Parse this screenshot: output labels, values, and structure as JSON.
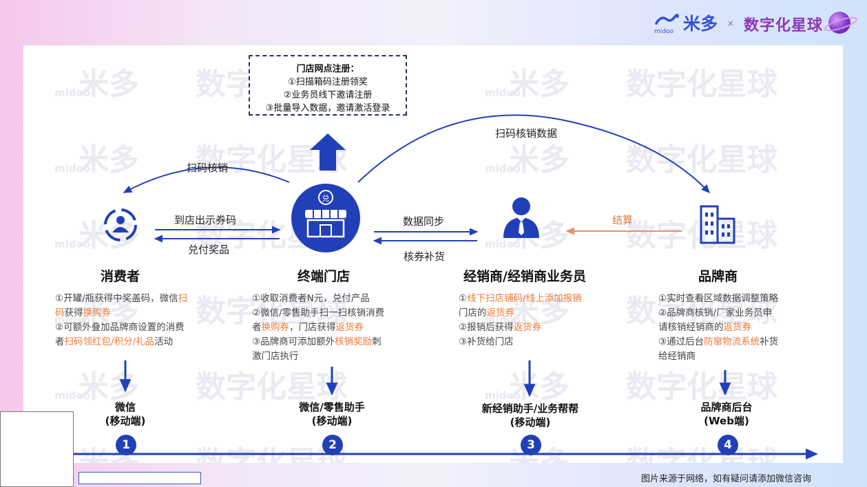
{
  "header": {
    "midoo_word": "米多",
    "midoo_small": "midoo",
    "separator": "×",
    "planet_brand": "数字化星球"
  },
  "registration_box": {
    "title": "门店网点注册：",
    "lines": [
      "①扫描箱码注册领奖",
      "②业务员线下邀请注册",
      "③批量导入数据，邀请激活登录"
    ]
  },
  "flow_labels": {
    "scan_verify": "扫码核销",
    "scan_verify_data": "扫码核销数据",
    "show_coupon_code": "到店出示券码",
    "redeem_prize": "兑付奖品",
    "data_sync": "数据同步",
    "coupon_restock": "核券补货",
    "settlement": "结算"
  },
  "nodes": [
    {
      "title": "消费者",
      "icon": "consumer-icon",
      "desc": [
        [
          {
            "t": "①开罐/瓶获得中奖盖码，微信"
          },
          {
            "t": "扫",
            "h": true
          }
        ],
        [
          {
            "t": "码",
            "h": true
          },
          {
            "t": "获得"
          },
          {
            "t": "换购券",
            "h": true
          }
        ],
        [
          {
            "t": "②可额外叠加品牌商设置的消费"
          }
        ],
        [
          {
            "t": "者"
          },
          {
            "t": "扫码领红包/积分/礼品",
            "h": true
          },
          {
            "t": "活动"
          }
        ]
      ],
      "platform": [
        "微信",
        "(移动端)"
      ],
      "step": "1"
    },
    {
      "title": "终端门店",
      "icon": "store-icon",
      "desc": [
        [
          {
            "t": "①收取消费者N元，兑付产品"
          }
        ],
        [
          {
            "t": "②微信/零售助手扫一扫核销消费"
          }
        ],
        [
          {
            "t": "者"
          },
          {
            "t": "换购券",
            "h": true
          },
          {
            "t": "，门店获得"
          },
          {
            "t": "返货券",
            "h": true
          }
        ],
        [
          {
            "t": "③品牌商可添加额外"
          },
          {
            "t": "核销奖励",
            "h": true
          },
          {
            "t": "刺"
          }
        ],
        [
          {
            "t": "激门店执行"
          }
        ]
      ],
      "platform": [
        "微信/零售助手",
        "(移动端)"
      ],
      "step": "2"
    },
    {
      "title": "经销商/经销商业务员",
      "icon": "dealer-icon",
      "desc": [
        [
          {
            "t": "①"
          },
          {
            "t": "线下扫店铺码/线上添加报销",
            "h": true
          }
        ],
        [
          {
            "t": "门店的"
          },
          {
            "t": "返货券",
            "h": true
          }
        ],
        [
          {
            "t": "②报销后获得"
          },
          {
            "t": "返货券",
            "h": true
          }
        ],
        [
          {
            "t": "③补货给门店"
          }
        ]
      ],
      "platform": [
        "新经销助手/业务帮帮",
        "(移动端)"
      ],
      "step": "3"
    },
    {
      "title": "品牌商",
      "icon": "brand-building-icon",
      "desc": [
        [
          {
            "t": "①实时查看区域数据调整策略"
          }
        ],
        [
          {
            "t": "②品牌商核销/厂家业务员申"
          }
        ],
        [
          {
            "t": "请核销经销商的"
          },
          {
            "t": "返货券",
            "h": true
          }
        ],
        [
          {
            "t": "③通过后台"
          },
          {
            "t": "防窜物流系统",
            "h": true
          },
          {
            "t": "补货"
          }
        ],
        [
          {
            "t": "给经销商"
          }
        ]
      ],
      "platform": [
        "品牌商后台",
        "(Web端)"
      ],
      "step": "4"
    }
  ],
  "caption": "图片来源于网络，如有疑问请添加微信咨询",
  "colors": {
    "primary": "#2140b8",
    "highlight": "#ec7a3a",
    "settlement_arrow": "#e8906a",
    "dashed_border": "#1f2e70"
  }
}
